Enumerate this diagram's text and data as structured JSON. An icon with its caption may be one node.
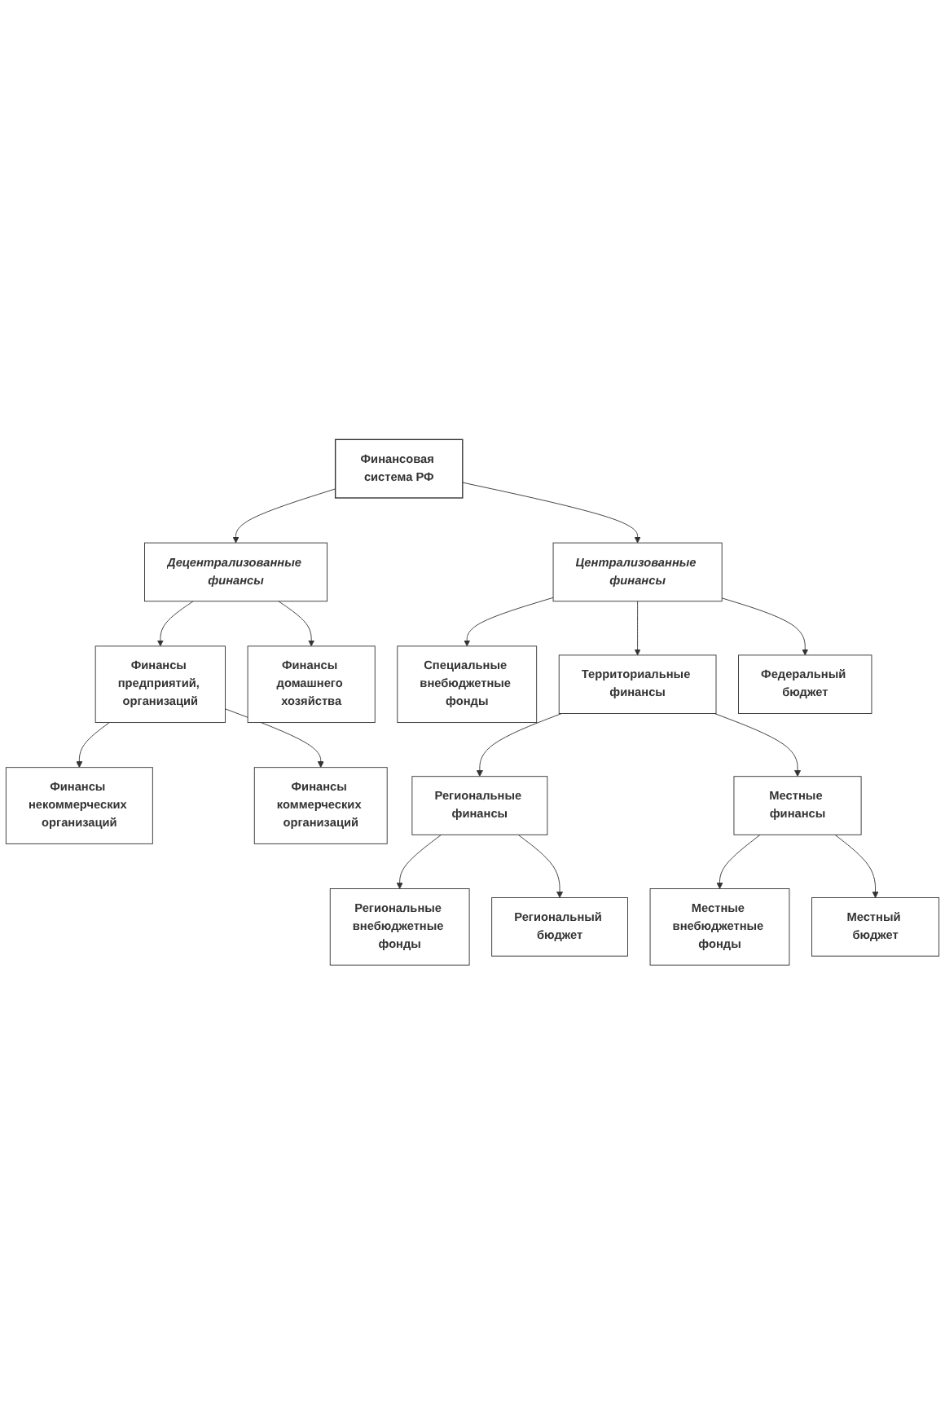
{
  "diagram": {
    "nodes": [
      {
        "text": [
          "Финансовая система РФ"
        ]
      },
      {
        "text": [
          "Децентрализованные финансы"
        ]
      },
      {
        "text": [
          "Централизованные финансы"
        ]
      },
      {
        "text": [
          "Финансы предприятий, организаций"
        ]
      },
      {
        "text": [
          "Финансы некоммерческих организаций"
        ]
      },
      {
        "text": [
          "Финансы коммерческих организаций"
        ]
      },
      {
        "text": [
          "Финансы домашнего хозяйства"
        ]
      },
      {
        "text": [
          "Специальные внебюджетные фонды"
        ]
      },
      {
        "text": [
          "Территориальные финансы"
        ]
      },
      {
        "text": [
          "Федеральный бюджет"
        ]
      },
      {
        "text": [
          "Региональные финансы"
        ]
      },
      {
        "text": [
          "Региональные внебюджетные фонды"
        ]
      },
      {
        "text": [
          "Местные финансы"
        ]
      },
      {
        "text": [
          "Местные внебюджетные фонды"
        ]
      },
      {
        "text": [
          "Региональный бюджет"
        ]
      },
      {
        "text": [
          "Местный бюджет"
        ]
      }
    ],
    "edges": [
      {
        "from": 0,
        "to": 1,
        "arrow": "to"
      },
      {
        "from": 0,
        "to": 2,
        "arrow": "to"
      },
      {
        "from": 1,
        "to": 3,
        "arrow": "to"
      },
      {
        "from": 3,
        "to": 4,
        "arrow": "to"
      },
      {
        "from": 3,
        "to": 5,
        "arrow": "to"
      },
      {
        "from": 1,
        "to": 6,
        "arrow": "to"
      },
      {
        "from": 2,
        "to": 7,
        "arrow": "to"
      },
      {
        "from": 2,
        "to": 8,
        "arrow": "to"
      },
      {
        "from": 2,
        "to": 9,
        "arrow": "to"
      },
      {
        "from": 8,
        "to": 10,
        "arrow": "to"
      },
      {
        "from": 8,
        "to": 12,
        "arrow": "to"
      },
      {
        "from": 10,
        "to": 11,
        "arrow": "to"
      },
      {
        "from": 10,
        "to": 14,
        "arrow": "to"
      },
      {
        "from": 12,
        "to": 13,
        "arrow": "to"
      },
      {
        "from": 12,
        "to": 15,
        "arrow": "to"
      }
    ]
  }
}
